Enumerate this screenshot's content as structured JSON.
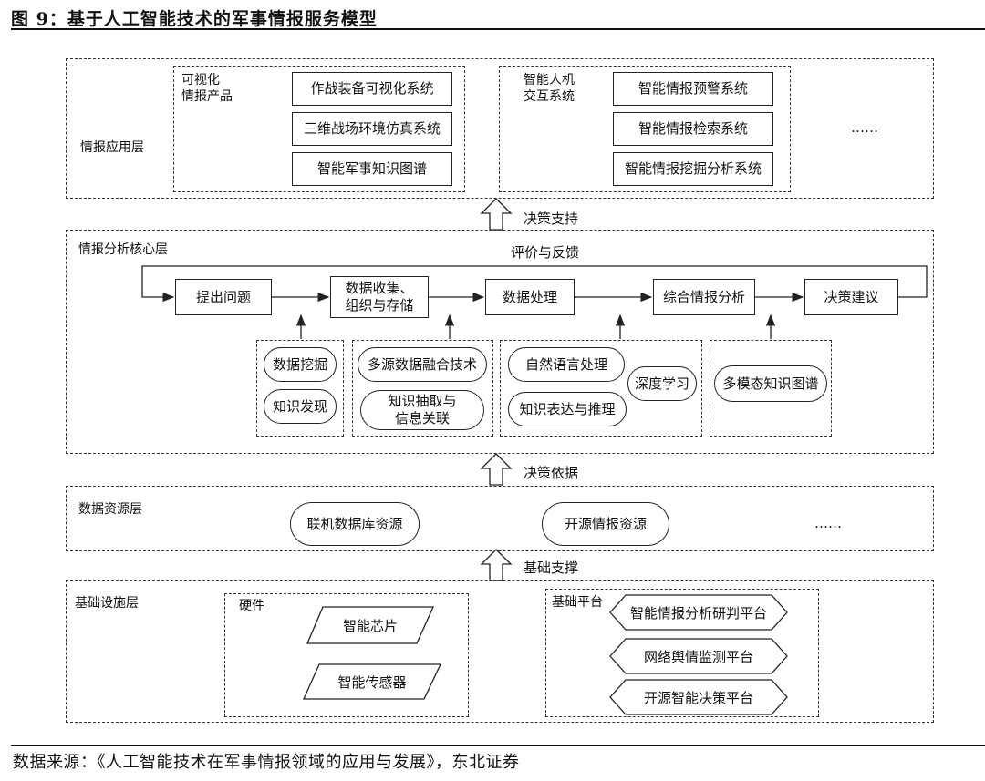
{
  "figure_title": "图 9：基于人工智能技术的军事情报服务模型",
  "source": "数据来源：《人工智能技术在军事情报领域的应用与发展》，东北证券",
  "layers": {
    "application": {
      "name": "情报应用层",
      "visual_group": {
        "label": "可视化\n情报产品",
        "items": [
          "作战装备可视化系统",
          "三维战场环境仿真系统",
          "智能军事知识图谱"
        ]
      },
      "interaction_group": {
        "label": "智能人机\n交互系统",
        "items": [
          "智能情报预警系统",
          "智能情报检索系统",
          "智能情报挖掘分析系统"
        ]
      },
      "ellipsis": "……"
    },
    "analysis": {
      "name": "情报分析核心层",
      "feedback": "评价与反馈",
      "steps": [
        "提出问题",
        "数据收集、\n组织与存储",
        "数据处理",
        "综合情报分析",
        "决策建议"
      ],
      "tech_groups": [
        [
          "数据挖掘",
          "知识发现"
        ],
        [
          "多源数据融合技术",
          "知识抽取与\n信息关联"
        ],
        [
          "自然语言处理",
          "知识表达与推理",
          "深度学习"
        ],
        [
          "多模态知识图谱"
        ]
      ]
    },
    "data": {
      "name": "数据资源层",
      "items": [
        "联机数据库资源",
        "开源情报资源"
      ],
      "ellipsis": "……"
    },
    "infrastructure": {
      "name": "基础设施层",
      "hardware": {
        "label": "硬件",
        "items": [
          "智能芯片",
          "智能传感器"
        ]
      },
      "platform": {
        "label": "基础平台",
        "items": [
          "智能情报分析研判平台",
          "网络舆情监测平台",
          "开源智能决策平台"
        ]
      }
    }
  },
  "connectors": {
    "decision_support": "决策支持",
    "decision_basis": "决策依据",
    "basic_support": "基础支撑"
  }
}
